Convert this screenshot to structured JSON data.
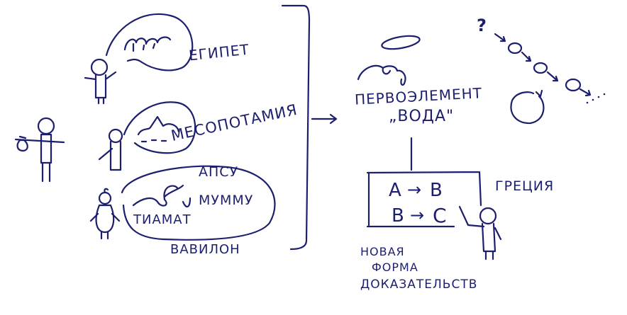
{
  "ink_color": "#1c1f6e",
  "background": "#ffffff",
  "left_group": {
    "egypt": {
      "label": "ЕГИПЕТ",
      "thought": "waves"
    },
    "mesopotamia": {
      "label": "МЕСОПОТАМИЯ",
      "thought": "mountain over water"
    },
    "babylon": {
      "label": "ВАВИЛОН",
      "apsu": "АПСУ",
      "mummu": "МУММУ",
      "tiamat": "ТИАМАТ"
    },
    "traveler": "figure with bundle"
  },
  "center": {
    "arrow": "→",
    "first_element_line1": "ПЕРВОЭЛЕМЕНТ",
    "first_element_line2": "„ВОДА\""
  },
  "greece": {
    "label": "ГРЕЦИЯ",
    "board_line1_a": "A",
    "board_line1_b": "B",
    "board_line2_a": "B",
    "board_line2_b": "C",
    "arrow": "→",
    "caption_line1": "НОВАЯ",
    "caption_line2": "ФОРМА",
    "caption_line3": "ДОКАЗАТЕЛЬСТВ"
  },
  "top_right": {
    "question": "?",
    "chain": [
      "O",
      "O",
      "O"
    ],
    "ellipsis": "..."
  }
}
